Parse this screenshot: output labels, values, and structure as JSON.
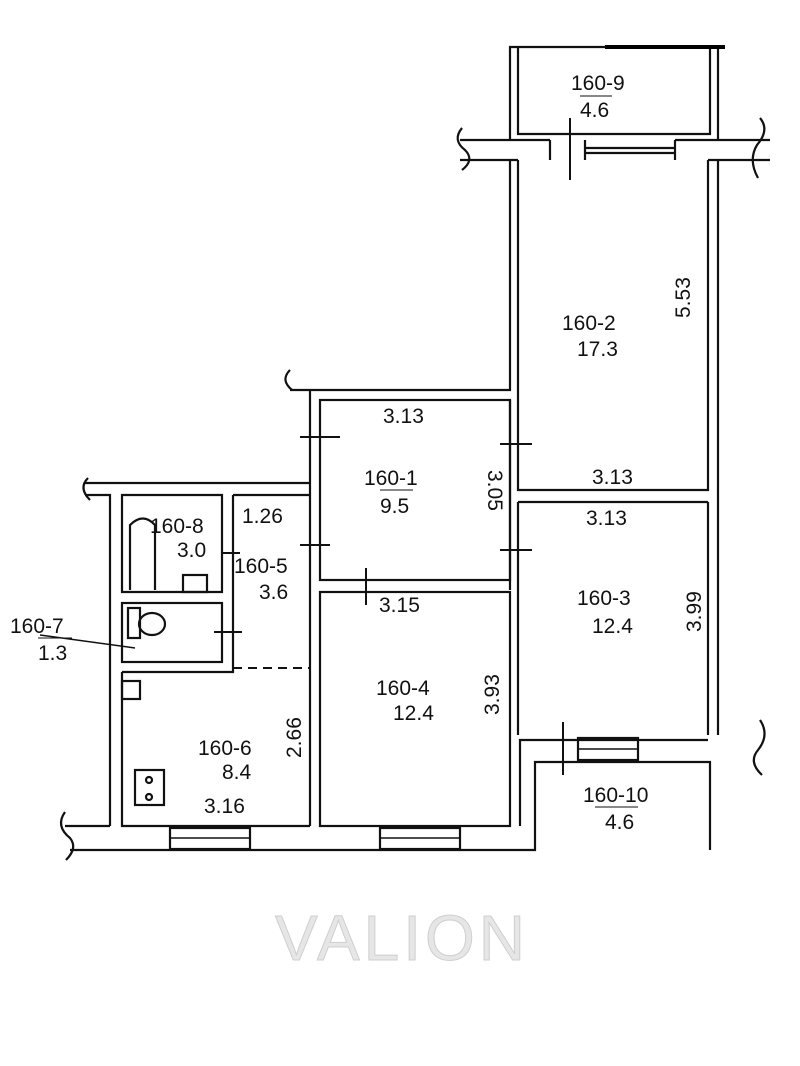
{
  "watermark": "VALION",
  "rooms": [
    {
      "id": "160-1",
      "area": "9.5"
    },
    {
      "id": "160-2",
      "area": "17.3"
    },
    {
      "id": "160-3",
      "area": "12.4"
    },
    {
      "id": "160-4",
      "area": "12.4"
    },
    {
      "id": "160-5",
      "area": "3.6"
    },
    {
      "id": "160-6",
      "area": "8.4"
    },
    {
      "id": "160-7",
      "area": "1.3"
    },
    {
      "id": "160-8",
      "area": "3.0"
    },
    {
      "id": "160-9",
      "area": "4.6"
    },
    {
      "id": "160-10",
      "area": "4.6"
    }
  ],
  "dimensions": {
    "room1_width_top": "3.13",
    "room1_height": "3.05",
    "room4_width_top": "3.15",
    "room4_height": "3.93",
    "room2_height": "5.53",
    "room2_width_bottom": "3.13",
    "room3_width_top": "3.13",
    "room3_height": "3.99",
    "room5_width": "1.26",
    "room6_height": "2.66",
    "room6_width": "3.16"
  }
}
